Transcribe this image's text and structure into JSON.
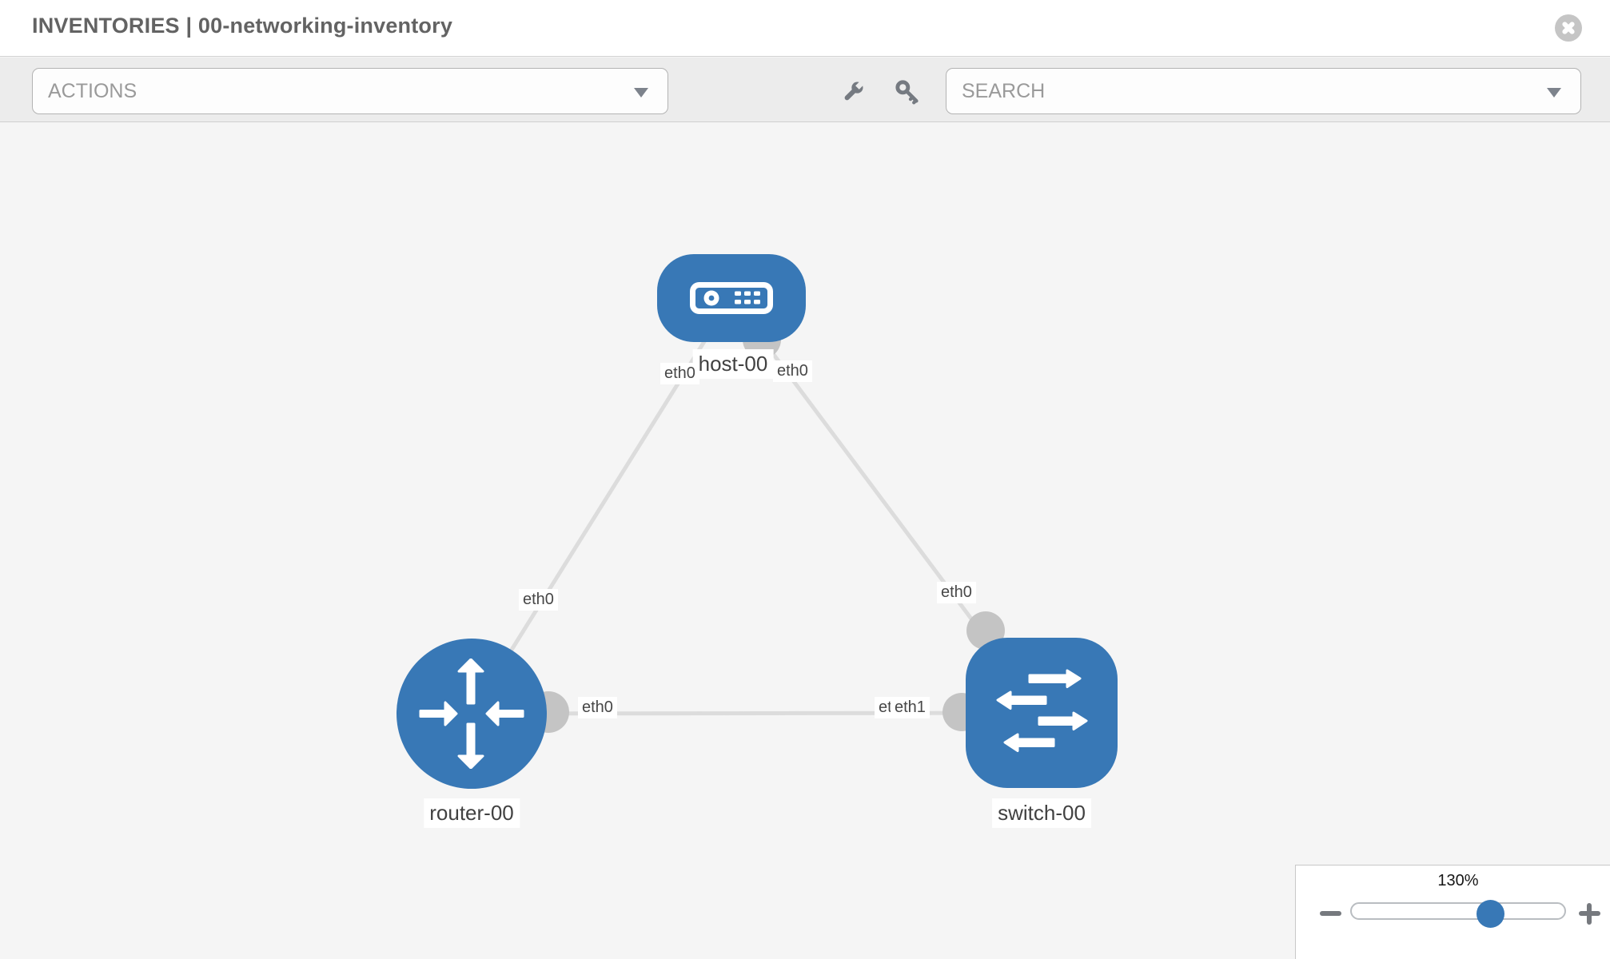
{
  "header": {
    "title": "INVENTORIES | 00-networking-inventory"
  },
  "toolbar": {
    "actions_label": "ACTIONS",
    "search_label": "SEARCH",
    "icons": [
      "wrench-icon",
      "key-icon"
    ]
  },
  "topology": {
    "nodes": {
      "host": {
        "label": "host-00",
        "type": "host"
      },
      "router": {
        "label": "router-00",
        "type": "router"
      },
      "switch": {
        "label": "switch-00",
        "type": "switch"
      }
    },
    "interfaces": {
      "host_left": "eth0",
      "host_right": "eth0",
      "router_top": "eth0",
      "switch_top": "eth0",
      "mid_left": "eth0",
      "mid_right_back": "eth0",
      "mid_right_front": "eth1"
    },
    "links": [
      {
        "from": "host-00",
        "to": "router-00"
      },
      {
        "from": "host-00",
        "to": "switch-00"
      },
      {
        "from": "router-00",
        "to": "switch-00"
      }
    ]
  },
  "zoom_control": {
    "value": "130%"
  },
  "colors": {
    "node_blue": "#3878b6",
    "link_gray": "#dcdcdc",
    "connector_gray": "#c4c4c4",
    "toolbar_gray": "#ececec",
    "canvas_gray": "#f5f5f5"
  }
}
